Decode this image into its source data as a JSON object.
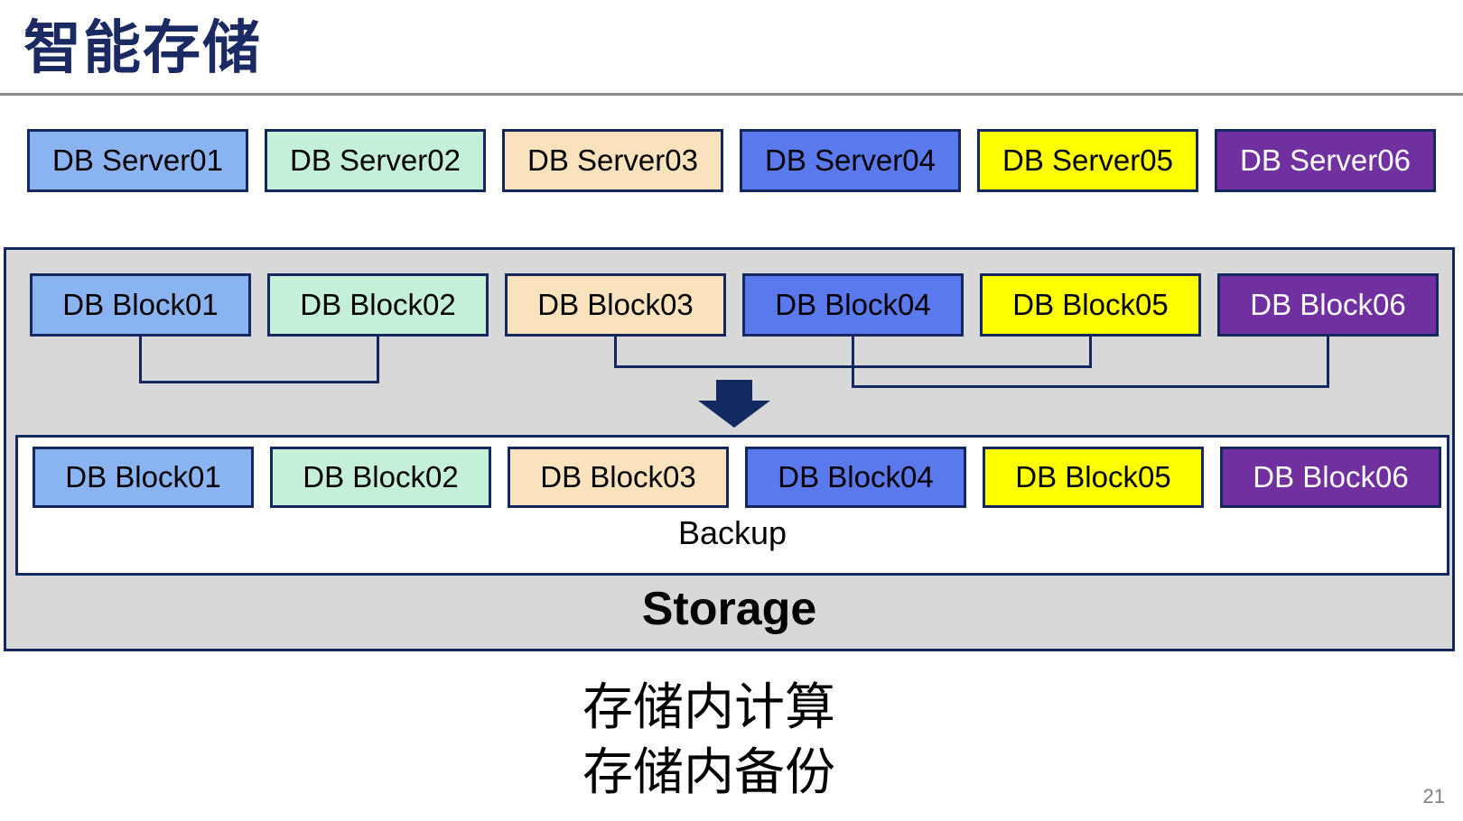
{
  "title": "智能存储",
  "server_row": {
    "labels": [
      "DB Server01",
      "DB Server02",
      "DB Server03",
      "DB Server04",
      "DB Server05",
      "DB Server06"
    ]
  },
  "storage_panel": {
    "top_blocks": [
      "DB Block01",
      "DB Block02",
      "DB Block03",
      "DB Block04",
      "DB Block05",
      "DB Block06"
    ],
    "bottom_blocks": [
      "DB Block01",
      "DB Block02",
      "DB Block03",
      "DB Block04",
      "DB Block05",
      "DB Block06"
    ],
    "backup_label": "Backup",
    "storage_label": "Storage"
  },
  "caption": [
    "存储内计算",
    "存储内备份"
  ],
  "page_number": "21",
  "palette": [
    {
      "fill": "#8AB3F1",
      "text": "#000000"
    },
    {
      "fill": "#C3F0D6",
      "text": "#000000"
    },
    {
      "fill": "#FAE3BC",
      "text": "#000000"
    },
    {
      "fill": "#5A79EC",
      "text": "#000000"
    },
    {
      "fill": "#FFFF00",
      "text": "#000000"
    },
    {
      "fill": "#7030A0",
      "text": "#FFFFFF"
    }
  ],
  "accent_colors": {
    "border_navy": "#14275E",
    "title_navy": "#1B2A63",
    "arrow_navy": "#132A60",
    "panel_gray": "#D8D8D8",
    "divider_gray": "#8A8A8A",
    "page_number_gray": "#7F7F7F"
  }
}
